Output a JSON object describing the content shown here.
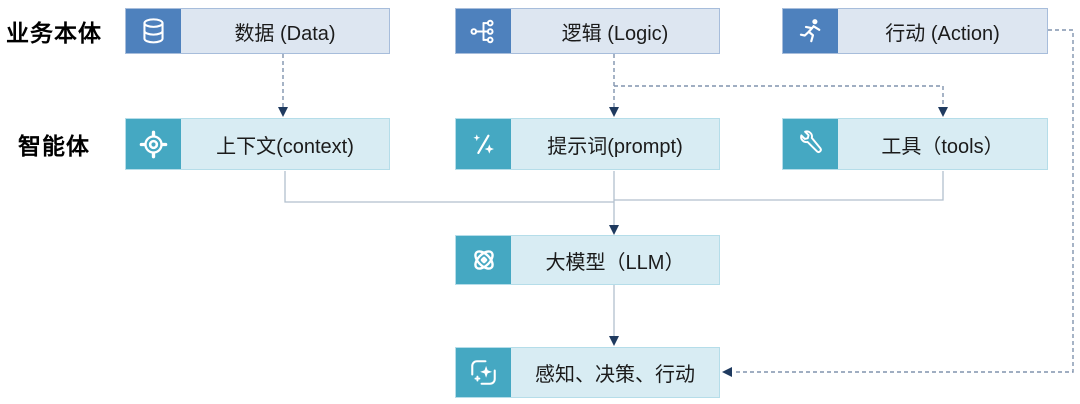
{
  "diagram": {
    "row_labels": [
      {
        "text": "业务本体"
      },
      {
        "text": "智能体"
      }
    ],
    "nodes": [
      {
        "id": "data",
        "label": "数据 (Data)",
        "icon": "database-icon",
        "theme": "blue"
      },
      {
        "id": "logic",
        "label": "逻辑 (Logic)",
        "icon": "tree-icon",
        "theme": "blue"
      },
      {
        "id": "action",
        "label": "行动 (Action)",
        "icon": "runner-icon",
        "theme": "blue"
      },
      {
        "id": "context",
        "label": "上下文(context)",
        "icon": "target-icon",
        "theme": "teal"
      },
      {
        "id": "prompt",
        "label": "提示词(prompt)",
        "icon": "wand-icon",
        "theme": "teal"
      },
      {
        "id": "tools",
        "label": "工具（tools）",
        "icon": "wrench-icon",
        "theme": "teal"
      },
      {
        "id": "llm",
        "label": "大模型（LLM）",
        "icon": "atom-icon",
        "theme": "teal"
      },
      {
        "id": "perceive",
        "label": "感知、决策、行动",
        "icon": "scan-star-icon",
        "theme": "teal"
      }
    ],
    "edges": [
      {
        "from": "data",
        "to": "context",
        "style": "dashed"
      },
      {
        "from": "logic",
        "to": "prompt",
        "style": "dashed"
      },
      {
        "from": "logic",
        "to": "tools",
        "style": "dashed"
      },
      {
        "from": "action",
        "to": "perceive",
        "style": "dashed"
      },
      {
        "from": "context",
        "to": "llm",
        "style": "solid"
      },
      {
        "from": "prompt",
        "to": "llm",
        "style": "solid"
      },
      {
        "from": "tools",
        "to": "llm",
        "style": "solid"
      },
      {
        "from": "llm",
        "to": "perceive",
        "style": "solid"
      }
    ],
    "colors": {
      "blue_icon_bg": "#4e81bd",
      "blue_body_bg": "#dde6f1",
      "teal_icon_bg": "#45a8c2",
      "teal_body_bg": "#d8ecf3",
      "dashed_line": "#8093ad",
      "solid_line": "#b2bfce",
      "arrowhead": "#1f3a5f"
    }
  }
}
